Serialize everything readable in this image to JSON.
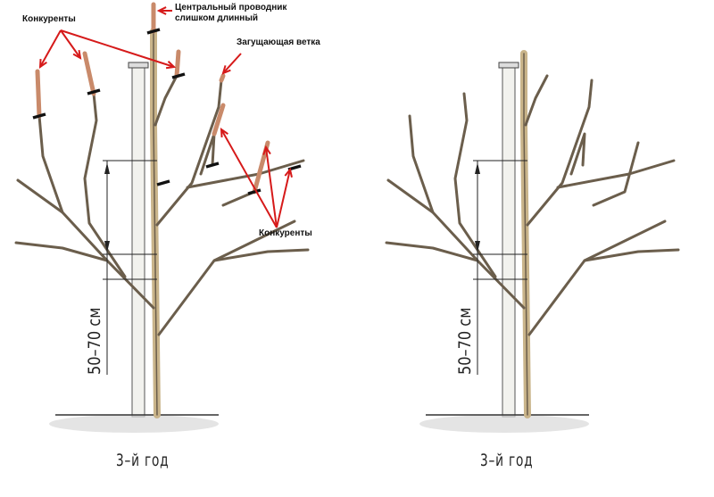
{
  "left_tree": {
    "label_competitors_top": "Конкуренты",
    "label_leader": "Центральный проводник",
    "label_leader_line2": "слишком длинный",
    "label_thickening": "Загущающая ветка",
    "label_competitors_bottom": "Конкуренты",
    "measurement": "50–70 см",
    "year": "3–й год"
  },
  "right_tree": {
    "measurement": "50–70 см",
    "year": "3–й год"
  },
  "colors": {
    "branch": "#6b5e4c",
    "cut_part": "#c98a6a",
    "arrow": "#d61a1a",
    "cut_mark": "#111111",
    "trunk": "#c9b48a"
  }
}
